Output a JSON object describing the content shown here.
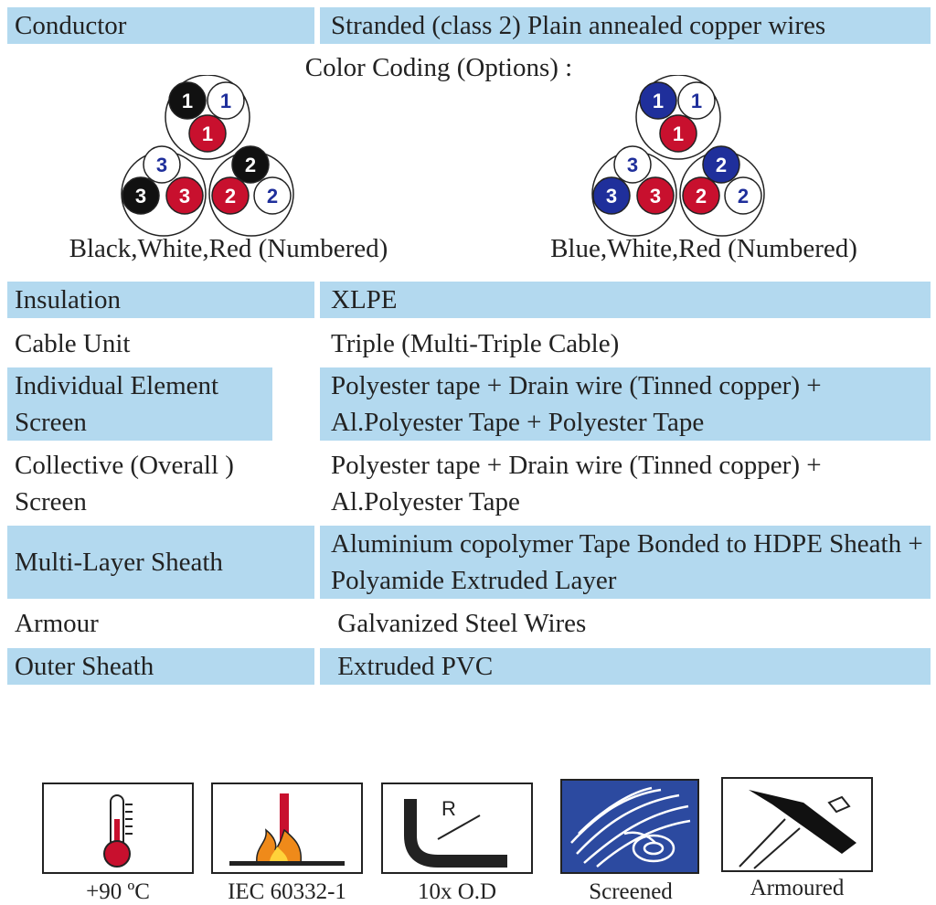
{
  "conductor": {
    "label": "Conductor",
    "value": "Stranded (class 2) Plain annealed copper wires"
  },
  "color_coding": {
    "title": "Color Coding (Options) :",
    "options": [
      {
        "caption": "Black,White,Red (Numbered)",
        "numbers": [
          "1",
          "1",
          "1",
          "3",
          "2",
          "3",
          "3",
          "2",
          "2"
        ]
      },
      {
        "caption": "Blue,White,Red (Numbered)",
        "numbers": [
          "1",
          "1",
          "1",
          "3",
          "2",
          "3",
          "3",
          "2",
          "2"
        ]
      }
    ]
  },
  "colors": {
    "row_bg": "#b3d9ef",
    "black": "#111111",
    "red": "#c8102e",
    "blue": "#1f2f9b",
    "white": "#ffffff"
  },
  "specs": [
    {
      "label": "Insulation",
      "value": "XLPE"
    },
    {
      "label": "Cable Unit",
      "value": "Triple (Multi-Triple Cable)"
    },
    {
      "label": "Individual Element Screen",
      "value": "Polyester tape + Drain wire (Tinned copper) + Al.Polyester Tape + Polyester Tape"
    },
    {
      "label": "Collective (Overall ) Screen",
      "value": "Polyester tape + Drain wire (Tinned copper) + Al.Polyester Tape"
    },
    {
      "label": "Multi-Layer Sheath",
      "value": "Aluminium copolymer Tape Bonded to HDPE Sheath + Polyamide Extruded Layer"
    },
    {
      "label": "Armour",
      "value": " Galvanized Steel Wires"
    },
    {
      "label": "Outer Sheath",
      "value": " Extruded PVC"
    }
  ],
  "icons": [
    {
      "name": "thermometer-icon",
      "caption": "+90 ºC"
    },
    {
      "name": "flame-test-icon",
      "caption": "IEC 60332-1"
    },
    {
      "name": "bending-radius-icon",
      "caption": "10x O.D",
      "symbol": "R"
    },
    {
      "name": "screened-icon",
      "caption": "Screened"
    },
    {
      "name": "armoured-icon",
      "caption": "Armoured"
    }
  ]
}
